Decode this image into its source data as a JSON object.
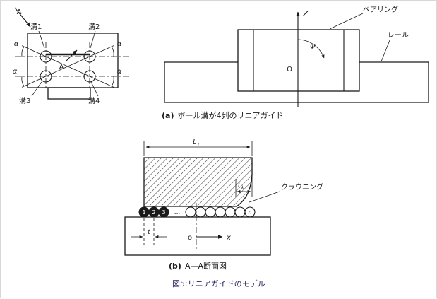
{
  "figure": {
    "caption": "図5:リニアガイドのモデル",
    "caption_color": "#22225e",
    "line_color": "#1a1a1a",
    "background": "#ffffff"
  },
  "panel_a": {
    "caption_prefix": "(a)",
    "caption_text": "ボール溝が4列のリニアガイド",
    "section_view": {
      "section_label": "A",
      "groove1": "溝1",
      "groove2": "溝2",
      "groove3": "溝3",
      "groove4": "溝4",
      "contact_angle": "α"
    },
    "side_view": {
      "z_axis_label": "Z",
      "yaw_angle_label": "ψ",
      "origin_label": "O",
      "bearing_label": "ベアリング",
      "rail_label": "レール"
    }
  },
  "panel_b": {
    "caption_prefix": "(b)",
    "caption_text": "A—A断面図",
    "dim_L1": {
      "main": "L",
      "sub": "1"
    },
    "dim_Lk": {
      "main": "L",
      "sub": "k"
    },
    "crowning_label": "クラウニング",
    "pitch_label": "t",
    "origin_label": "o",
    "x_axis_label": "x",
    "balls": {
      "numbers": [
        "1",
        "2",
        "3"
      ],
      "ellipsis": "...",
      "last_label": "n"
    }
  }
}
